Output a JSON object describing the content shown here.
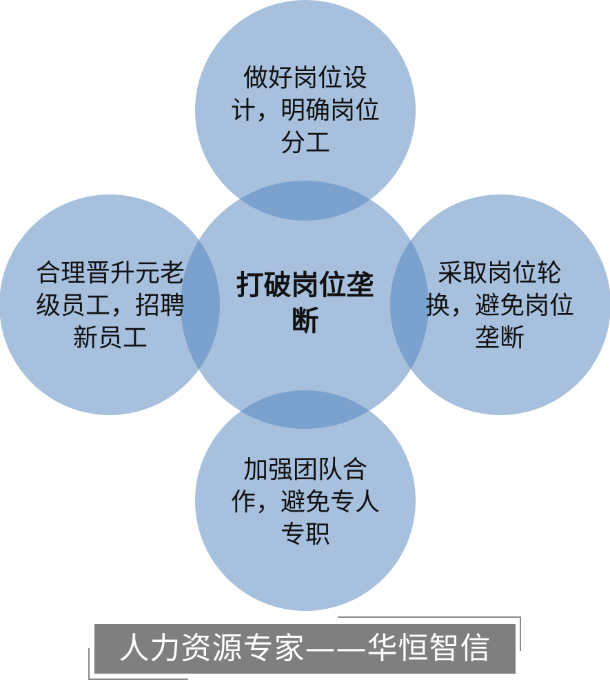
{
  "colors": {
    "circle": "#4f81bd",
    "banner": "#7f7f7f"
  },
  "center": {
    "text": "打破岗位垄断"
  },
  "top": {
    "text": "做好岗位设计，明确岗位分工"
  },
  "left": {
    "text": "合理晋升元老级员工，招聘新员工"
  },
  "right": {
    "text": "采取岗位轮换，避免岗位垄断"
  },
  "bottom": {
    "text": "加强团队合作，避免专人专职"
  },
  "footer": {
    "text": "人力资源专家——华恒智信"
  }
}
